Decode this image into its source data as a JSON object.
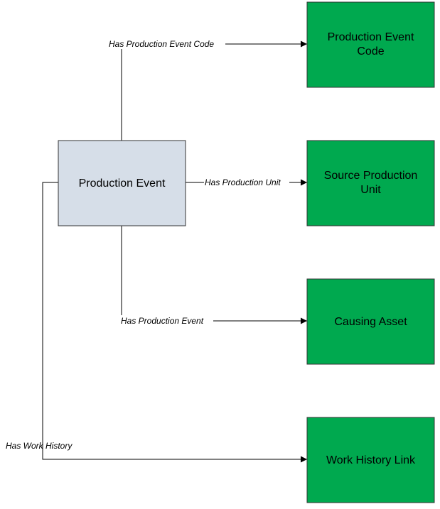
{
  "diagram": {
    "colors": {
      "source_fill": "#d6dee8",
      "target_fill": "#00a94f",
      "border": "#333333",
      "line": "#000000"
    },
    "source": {
      "lines": [
        "Production Event"
      ]
    },
    "targets": [
      {
        "lines": [
          "Production Event",
          "Code"
        ]
      },
      {
        "lines": [
          "Source Production",
          "Unit"
        ]
      },
      {
        "lines": [
          "Causing Asset"
        ]
      },
      {
        "lines": [
          "Work History Link"
        ]
      }
    ],
    "edges": [
      {
        "label": "Has Production Event Code"
      },
      {
        "label": "Has Production Unit"
      },
      {
        "label": "Has Production Event"
      },
      {
        "label": "Has Work History"
      }
    ]
  }
}
